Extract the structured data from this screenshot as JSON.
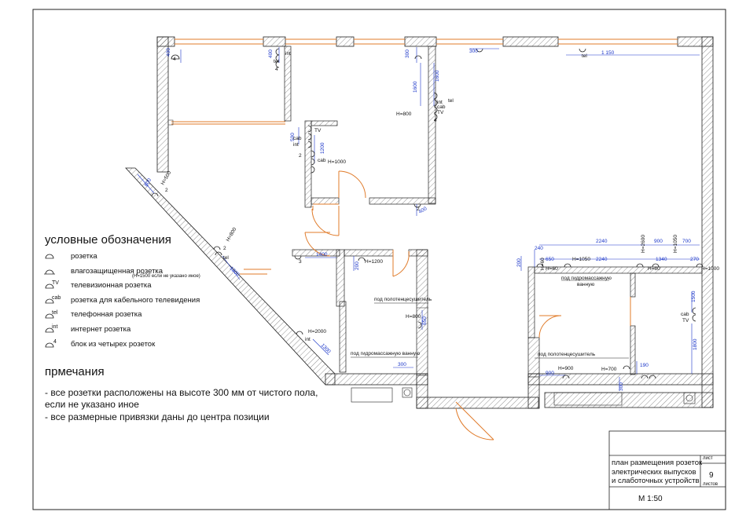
{
  "legend": {
    "title": "условные обозначения",
    "items": [
      {
        "label": "розетка"
      },
      {
        "label": "влагозащищенная розетка"
      },
      {
        "label": "телевизионная розетка"
      },
      {
        "label": "розетка для кабельного телевидения"
      },
      {
        "label": "телефонная розетка"
      },
      {
        "label": "интернет розетка"
      },
      {
        "label": "блок из четырех розеток"
      }
    ],
    "height_note": "(H=1500 если не указано иное)"
  },
  "notes": {
    "title": "прмечания",
    "lines": [
      "- все розетки расположены на высоте 300 мм от чистого пола,",
      "если не указано иное",
      "- все размерные привязки даны до центра позиции"
    ]
  },
  "title_block": {
    "title_line1": "план размещения розеток",
    "title_line2": "электрических выпусков",
    "title_line3": "и слаботочных устройств",
    "sheet_label": "лист",
    "sheet_number": "9",
    "sheets_label": "листов",
    "scale": "М 1:50"
  },
  "dimensions": {
    "d400_a": "400",
    "d400_b": "400",
    "d300_a": "300",
    "d300_b": "300",
    "d1150": "1 150",
    "d1600_a": "1600",
    "d1600_b": "1600",
    "d500": "500",
    "d1200_a": "1200",
    "d800_a": "800",
    "d400_c": "400",
    "d1400": "1400",
    "d200_a": "200",
    "d1300_a": "1300",
    "d650": "650",
    "d300_c": "300",
    "d1300_b": "1300",
    "d2240_a": "2240",
    "d900_a": "900",
    "d700": "700",
    "d240": "240",
    "d650_b": "650",
    "d2240_b": "2240",
    "d1340": "1340",
    "d270": "270",
    "d200_b": "200",
    "d900_b": "900",
    "d300_d": "300",
    "d190": "190",
    "d1800": "1800",
    "d1500": "1500"
  },
  "heights": {
    "h800_a": "H=800",
    "h1000": "H=1000",
    "h500": "H=500",
    "h800_b": "H=800",
    "h1200": "H=1200",
    "h800_c": "H=800",
    "h2000": "H=2000",
    "h60_a": "H=60",
    "h1050_a": "H=1050",
    "h60_b": "H=60",
    "h2600": "H=2600",
    "h1050_b": "H=1050",
    "h80": "H=80",
    "h1000_b": "H=1000",
    "h900": "H=900",
    "h700": "H=700"
  },
  "plan_labels": {
    "towel_a": "под полотенцесушитель",
    "bath_a": "под гидромассажную ванную",
    "towel_b": "под полотенцесушитель",
    "bath_b_1": "под гидромассажную",
    "bath_b_2": "ванную",
    "int": "int",
    "tel": "tel",
    "cab": "cab",
    "tv": "TV",
    "n4": "4",
    "n2": "2",
    "n3": "3"
  }
}
